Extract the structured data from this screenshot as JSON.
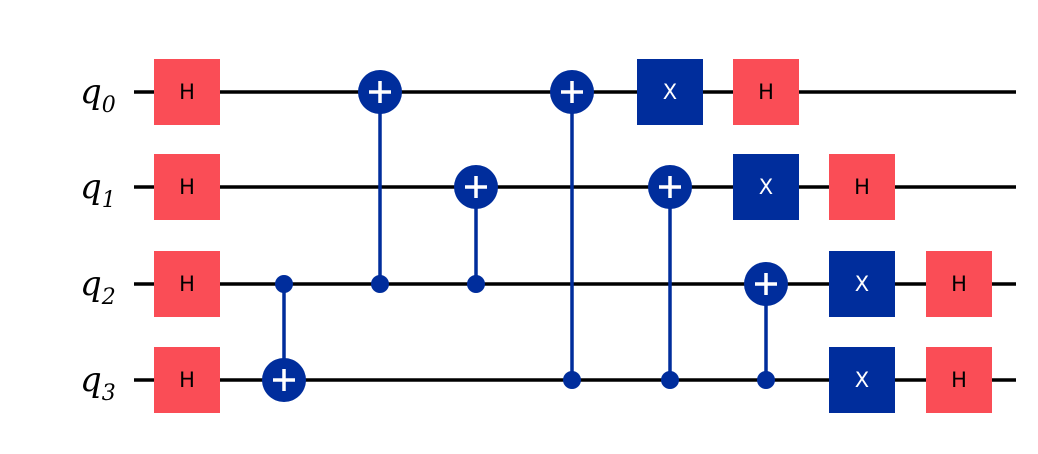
{
  "qubits": [
    {
      "name": "q",
      "index": "0"
    },
    {
      "name": "q",
      "index": "1"
    },
    {
      "name": "q",
      "index": "2"
    },
    {
      "name": "q",
      "index": "3"
    }
  ],
  "colors": {
    "wire": "#000000",
    "h_gate": "#fa4d56",
    "x_gate": "#002d9c",
    "cnot": "#002d9c"
  },
  "gates": [
    {
      "type": "H",
      "label": "H",
      "qubit": 0,
      "column": 0
    },
    {
      "type": "H",
      "label": "H",
      "qubit": 1,
      "column": 0
    },
    {
      "type": "H",
      "label": "H",
      "qubit": 2,
      "column": 0
    },
    {
      "type": "H",
      "label": "H",
      "qubit": 3,
      "column": 0
    },
    {
      "type": "CX",
      "control": 2,
      "target": 3,
      "column": 1
    },
    {
      "type": "CX",
      "control": 2,
      "target": 0,
      "column": 2
    },
    {
      "type": "CX",
      "control": 2,
      "target": 1,
      "column": 3
    },
    {
      "type": "CX",
      "control": 3,
      "target": 0,
      "column": 4
    },
    {
      "type": "X",
      "label": "X",
      "qubit": 0,
      "column": 5
    },
    {
      "type": "CX",
      "control": 3,
      "target": 1,
      "column": 5
    },
    {
      "type": "H",
      "label": "H",
      "qubit": 0,
      "column": 6
    },
    {
      "type": "X",
      "label": "X",
      "qubit": 1,
      "column": 6
    },
    {
      "type": "CX",
      "control": 3,
      "target": 2,
      "column": 6
    },
    {
      "type": "H",
      "label": "H",
      "qubit": 1,
      "column": 7
    },
    {
      "type": "X",
      "label": "X",
      "qubit": 2,
      "column": 7
    },
    {
      "type": "X",
      "label": "X",
      "qubit": 3,
      "column": 7
    },
    {
      "type": "H",
      "label": "H",
      "qubit": 2,
      "column": 8
    },
    {
      "type": "H",
      "label": "H",
      "qubit": 3,
      "column": 8
    }
  ]
}
